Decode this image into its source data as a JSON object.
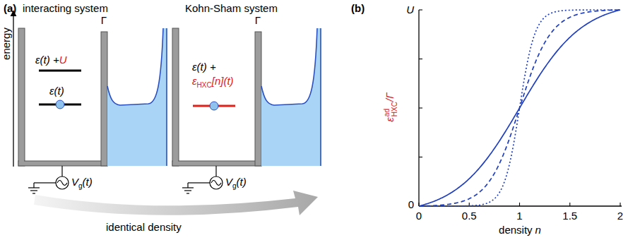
{
  "diagram": {
    "labels": [
      "(a)",
      "interacting system",
      "Kohn-Sham system",
      "energy",
      "ε(t) +",
      "U",
      "ε(t)",
      "Γ",
      "V",
      "g",
      "(t)",
      "ε(t) +",
      "ε",
      "HXC",
      "[n](t)",
      "Γ",
      "V",
      "g",
      "(t)",
      "identical density",
      "(b)",
      "U",
      "0",
      "ε",
      "ad",
      "HXC",
      "/Γ",
      "0",
      "0.5",
      "1",
      "1.5",
      "2",
      "density",
      "n"
    ]
  }
}
